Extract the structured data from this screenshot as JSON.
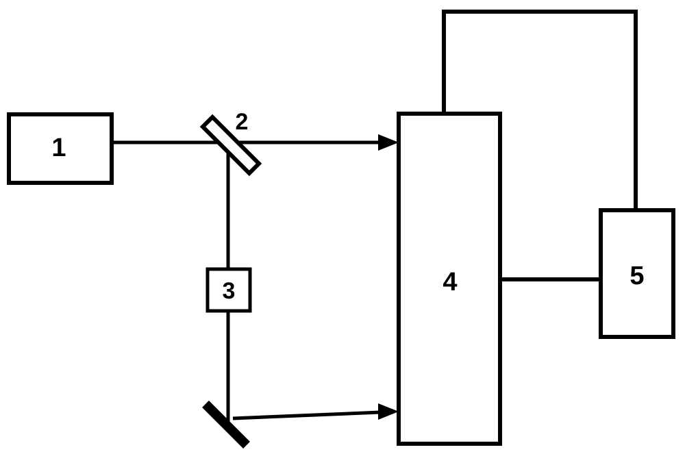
{
  "diagram": {
    "type": "block-diagram",
    "background_color": "#ffffff",
    "line_color": "#000000",
    "nodes": [
      {
        "id": "1",
        "label": "1",
        "shape": "rect"
      },
      {
        "id": "2",
        "label": "2",
        "shape": "tilted-rect"
      },
      {
        "id": "3",
        "label": "3",
        "shape": "rect"
      },
      {
        "id": "4",
        "label": "4",
        "shape": "rect"
      },
      {
        "id": "5",
        "label": "5",
        "shape": "rect"
      }
    ],
    "connections": [
      {
        "from": "1",
        "to": "4",
        "style": "arrow",
        "via": "2"
      },
      {
        "from": "2",
        "to": "3",
        "style": "line"
      },
      {
        "from": "3",
        "to": "mirror",
        "style": "line"
      },
      {
        "from": "mirror",
        "to": "4",
        "style": "arrow"
      },
      {
        "from": "4",
        "to": "5",
        "style": "line"
      },
      {
        "from": "4",
        "to": "5",
        "style": "line",
        "route": "top-loop"
      }
    ]
  }
}
